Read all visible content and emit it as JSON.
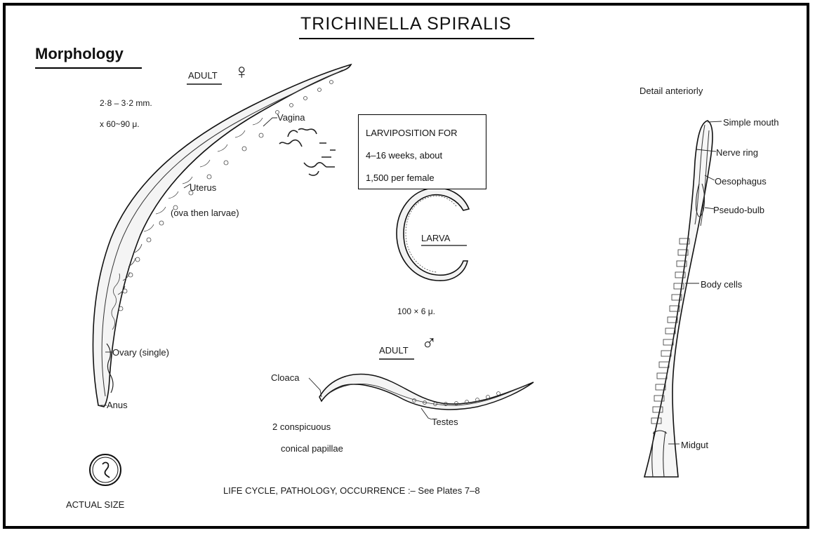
{
  "title": "TRICHINELLA SPIRALIS",
  "section_heading": "Morphology",
  "female": {
    "heading": "ADULT",
    "symbol": "♀",
    "size_line1": "2·8 – 3·2 mm.",
    "size_line2": "x 60~90 μ.",
    "labels": {
      "vagina": "Vagina",
      "uterus": "Uterus",
      "uterus_note": "(ova then larvae)",
      "ovary": "Ovary (single)",
      "anus": "Anus"
    }
  },
  "larviposition_box": {
    "line1": "LARVIPOSITION   FOR",
    "line2": "4–16 weeks, about",
    "line3": "1,500 per female"
  },
  "larva": {
    "label": "LARVA",
    "size": "100 × 6 μ."
  },
  "male": {
    "heading": "ADULT",
    "symbol": "♂",
    "labels": {
      "cloaca": "Cloaca",
      "papillae_line1": "2 conspicuous",
      "papillae_line2": "conical  papillae",
      "testes": "Testes"
    }
  },
  "anterior_detail": {
    "heading": "Detail  anteriorly",
    "labels": {
      "mouth": "Simple mouth",
      "nerve_ring": "Nerve ring",
      "oesophagus": "Oesophagus",
      "pseudo_bulb": "Pseudo-bulb",
      "body_cells": "Body cells",
      "midgut": "Midgut"
    }
  },
  "actual_size": {
    "label": "ACTUAL  SIZE",
    "glyph": "?"
  },
  "footer": "LIFE CYCLE, PATHOLOGY, OCCURRENCE :– See Plates 7–8"
}
